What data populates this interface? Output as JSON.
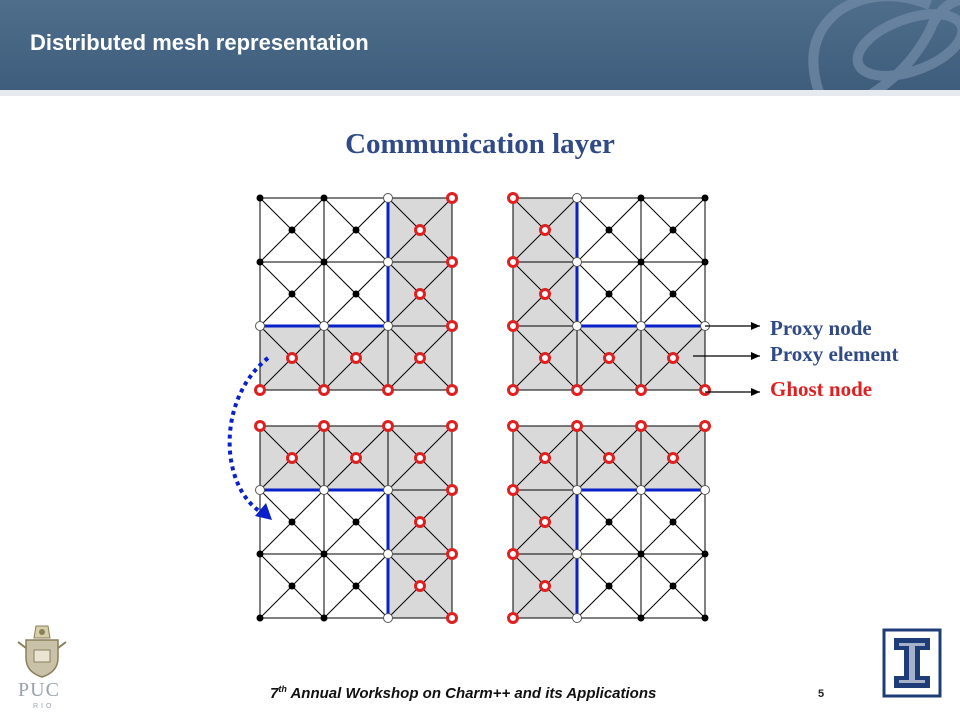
{
  "header": {
    "title": "Distributed mesh representation",
    "background": "#4a6a89"
  },
  "subtitle": "Communication layer",
  "legend": {
    "proxy_node": "Proxy node",
    "proxy_element": "Proxy element",
    "ghost_node": "Ghost node"
  },
  "footer": {
    "prefix": "7",
    "superscript": "th",
    "text": " Annual Workshop on Charm++ and its Applications",
    "page_number": "5"
  },
  "logos": {
    "left_text": "PUC",
    "left_subtext": "RIO"
  },
  "colors": {
    "partition_boundary": "#0a20c8",
    "ghost_node": "#e02020",
    "proxy_element_fill": "#d9d9d9",
    "accent_text": "#304a87"
  },
  "icons": [
    "puc-rio-crest-icon",
    "illinois-i-icon",
    "header-logo-mark-icon"
  ]
}
